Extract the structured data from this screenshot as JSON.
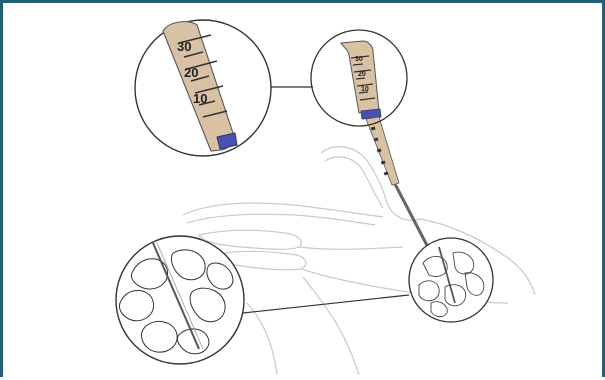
{
  "figure": {
    "description_type": "procedure-illustration",
    "elements": [
      "hand-outline",
      "electrode-probe",
      "magnified-scale",
      "magnified-tissue"
    ]
  },
  "colors": {
    "frame_border": "#1f5f78",
    "probe_body": "#d9c2a3",
    "probe_band": "#4a4fb5",
    "line": "#333333",
    "hand_outline": "#c9c9c9"
  },
  "scale_labels": {
    "large": [
      "30",
      "20",
      "10"
    ],
    "small": [
      "30",
      "20",
      "10"
    ]
  }
}
